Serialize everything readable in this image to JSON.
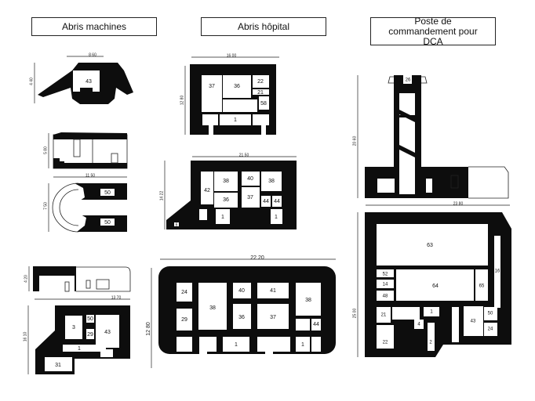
{
  "titles": {
    "machines": "Abris machines",
    "hopital": "Abris hôpital",
    "dca": "Poste de commandement pour DCA"
  },
  "machines": {
    "plan1": {
      "rooms": [
        "43"
      ],
      "dims": [
        "8 60",
        "4 40"
      ]
    },
    "section": {
      "dims": [
        "5 80",
        "11 50"
      ]
    },
    "plan2": {
      "rooms": [
        "50",
        "50"
      ],
      "dims": [
        "7 50"
      ]
    },
    "elevation": {
      "dims": [
        "4 20",
        "13 70"
      ]
    },
    "plan3": {
      "rooms": [
        "3",
        "50",
        "29",
        "43",
        "1",
        "31"
      ],
      "dims": [
        "16 10"
      ]
    }
  },
  "hopital": {
    "plan1": {
      "rooms": [
        "37",
        "36",
        "22",
        "21",
        "58",
        "1"
      ],
      "dims": [
        "16 00",
        "12 80"
      ]
    },
    "plan2": {
      "rooms": [
        "42",
        "38",
        "36",
        "40",
        "37",
        "38",
        "44",
        "44",
        "1",
        "1",
        "6"
      ],
      "dims": [
        "21 50",
        "14 22"
      ]
    },
    "plan3": {
      "rooms": [
        "24",
        "29",
        "38",
        "40",
        "36",
        "41",
        "37",
        "38",
        "44",
        "1",
        "1"
      ],
      "dims": [
        "22 20",
        "12 80"
      ]
    }
  },
  "dca": {
    "tower": {
      "rooms": [
        "26"
      ],
      "dims": [
        "20 60",
        "23 80"
      ]
    },
    "plan": {
      "rooms": [
        "63",
        "16",
        "52",
        "14",
        "48",
        "64",
        "65",
        "21",
        "1",
        "4",
        "43",
        "50",
        "24",
        "22",
        "2"
      ],
      "dims": [
        "25 00"
      ]
    }
  }
}
